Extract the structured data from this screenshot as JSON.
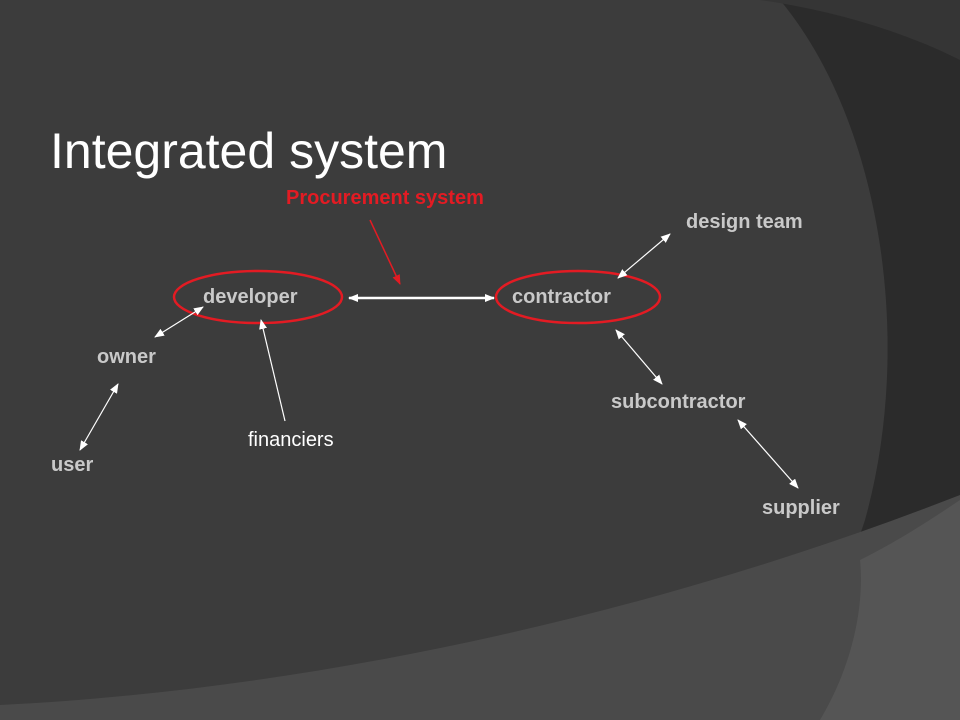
{
  "slide": {
    "title": "Integrated system",
    "annotation": "Procurement system",
    "nodes": {
      "developer": "developer",
      "contractor": "contractor",
      "design_team": "design team",
      "owner": "owner",
      "user": "user",
      "financiers": "financiers",
      "subcontractor": "subcontractor",
      "supplier": "supplier"
    }
  },
  "colors": {
    "background": "#2b2b2b",
    "panel": "#3c3c3c",
    "accent_red": "#e31b23",
    "label_gray": "#c9c9c9",
    "text_white": "#ffffff"
  }
}
